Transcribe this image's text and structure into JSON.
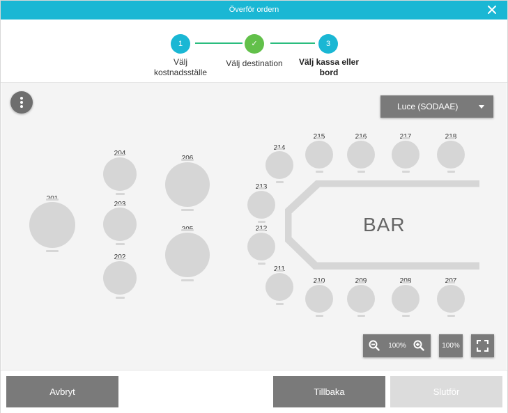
{
  "dialog": {
    "title": "Överför ordern"
  },
  "steps": [
    {
      "number": "1",
      "label": "Välj kostnadsställe",
      "state": "done"
    },
    {
      "number": "✓",
      "label": "Välj destination",
      "state": "complete"
    },
    {
      "number": "3",
      "label": "Välj kassa eller bord",
      "state": "active"
    }
  ],
  "location_select": {
    "value": "Luce (SODAAE)"
  },
  "floor": {
    "bar_label": "BAR",
    "tables": [
      "201",
      "202",
      "203",
      "204",
      "205",
      "206",
      "207",
      "208",
      "209",
      "210",
      "211",
      "212",
      "213",
      "214",
      "215",
      "216",
      "217",
      "218"
    ]
  },
  "zoom": {
    "value": "100%",
    "reset_label": "100%"
  },
  "footer": {
    "cancel_label": "Avbryt",
    "back_label": "Tillbaka",
    "finish_label": "Slutför"
  },
  "colors": {
    "accent": "#1ab7d4",
    "step_done": "#62c04a",
    "button": "#7a7a7a",
    "button_disabled": "#dcdcdc",
    "table": "#d6d6d6"
  }
}
